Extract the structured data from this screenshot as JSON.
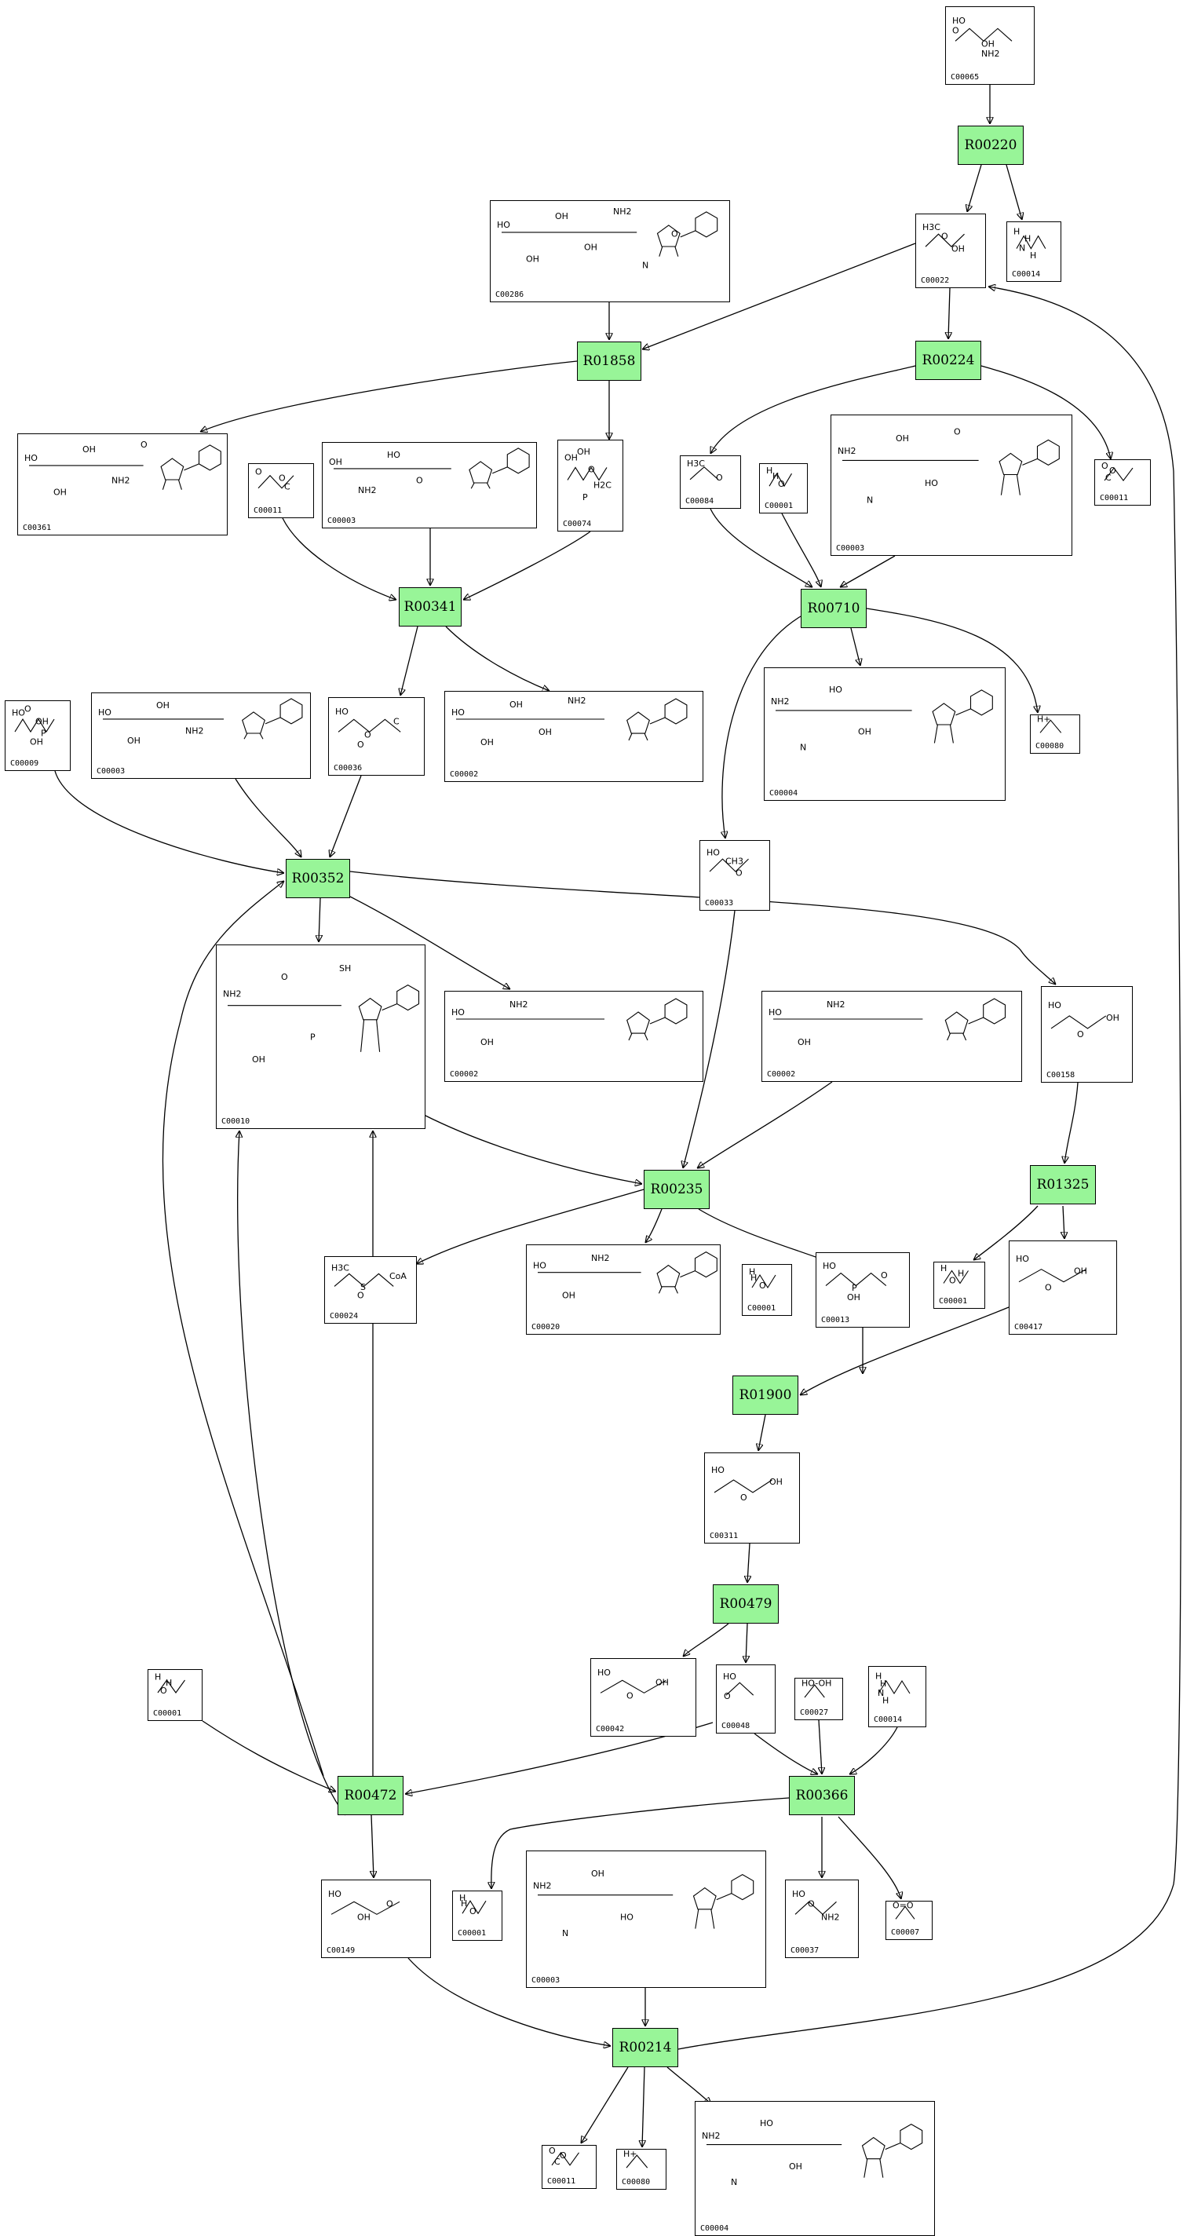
{
  "compounds": [
    {
      "id": "C00065",
      "formula": [
        "HO",
        "OH",
        "O",
        "NH2"
      ]
    },
    {
      "id": "C00022",
      "formula": [
        "H3C",
        "OH",
        "O"
      ]
    },
    {
      "id": "C00014",
      "formula": [
        "H",
        "N",
        "H",
        "H"
      ]
    },
    {
      "id": "C00286",
      "formula": [
        "HO",
        "OH",
        "OH",
        "OH",
        "NH2",
        "N",
        "O"
      ]
    },
    {
      "id": "C00361",
      "formula": [
        "HO",
        "OH",
        "OH",
        "NH2",
        "O"
      ]
    },
    {
      "id": "C00011",
      "formula": [
        "O",
        "C",
        "O"
      ]
    },
    {
      "id": "C00003",
      "formula": [
        "OH",
        "NH2",
        "HO",
        "O"
      ]
    },
    {
      "id": "C00074",
      "formula": [
        "OH",
        "H2C",
        "O",
        "P",
        "OH"
      ]
    },
    {
      "id": "C00084",
      "formula": [
        "H3C",
        "O"
      ]
    },
    {
      "id": "C00001",
      "formula": [
        "H",
        "O",
        "H"
      ]
    },
    {
      "id": "C00003",
      "formula": [
        "NH2",
        "N",
        "OH",
        "HO",
        "O"
      ]
    },
    {
      "id": "C00011",
      "formula": [
        "O",
        "C",
        "O"
      ]
    },
    {
      "id": "C00009",
      "formula": [
        "HO",
        "P",
        "OH",
        "OH",
        "O"
      ]
    },
    {
      "id": "C00003",
      "formula": [
        "HO",
        "OH",
        "OH",
        "NH2"
      ]
    },
    {
      "id": "C00036",
      "formula": [
        "HO",
        "O",
        "C",
        "O"
      ]
    },
    {
      "id": "C00002",
      "formula": [
        "HO",
        "OH",
        "OH",
        "OH",
        "NH2"
      ]
    },
    {
      "id": "C00004",
      "formula": [
        "NH2",
        "N",
        "HO",
        "OH"
      ]
    },
    {
      "id": "C00080",
      "formula": [
        "H+"
      ]
    },
    {
      "id": "C00033",
      "formula": [
        "HO",
        "O",
        "CH3"
      ]
    },
    {
      "id": "C00010",
      "formula": [
        "NH2",
        "OH",
        "O",
        "P",
        "SH"
      ]
    },
    {
      "id": "C00002",
      "formula": [
        "HO",
        "OH",
        "NH2"
      ]
    },
    {
      "id": "C00002",
      "formula": [
        "HO",
        "OH",
        "NH2"
      ]
    },
    {
      "id": "C00158",
      "formula": [
        "HO",
        "O",
        "OH"
      ]
    },
    {
      "id": "C00024",
      "formula": [
        "H3C",
        "S",
        "CoA",
        "O"
      ]
    },
    {
      "id": "C00020",
      "formula": [
        "HO",
        "OH",
        "NH2"
      ]
    },
    {
      "id": "C00001",
      "formula": [
        "H",
        "O",
        "H"
      ]
    },
    {
      "id": "C00013",
      "formula": [
        "HO",
        "P",
        "O",
        "OH"
      ]
    },
    {
      "id": "C00001",
      "formula": [
        "H",
        "O",
        "H"
      ]
    },
    {
      "id": "C00417",
      "formula": [
        "HO",
        "O",
        "OH"
      ]
    },
    {
      "id": "C00311",
      "formula": [
        "HO",
        "O",
        "OH"
      ]
    },
    {
      "id": "C00042",
      "formula": [
        "HO",
        "O",
        "OH"
      ]
    },
    {
      "id": "C00048",
      "formula": [
        "HO",
        "O"
      ]
    },
    {
      "id": "C00027",
      "formula": [
        "HO-OH"
      ]
    },
    {
      "id": "C00014",
      "formula": [
        "H",
        "N",
        "H",
        "H"
      ]
    },
    {
      "id": "C00001",
      "formula": [
        "H",
        "O",
        "H"
      ]
    },
    {
      "id": "C00149",
      "formula": [
        "HO",
        "OH",
        "O"
      ]
    },
    {
      "id": "C00001",
      "formula": [
        "H",
        "O",
        "H"
      ]
    },
    {
      "id": "C00003",
      "formula": [
        "NH2",
        "N",
        "OH",
        "HO"
      ]
    },
    {
      "id": "C00037",
      "formula": [
        "HO",
        "NH2",
        "O"
      ]
    },
    {
      "id": "C00007",
      "formula": [
        "O=O"
      ]
    },
    {
      "id": "C00011",
      "formula": [
        "O",
        "C",
        "O"
      ]
    },
    {
      "id": "C00080",
      "formula": [
        "H+"
      ]
    },
    {
      "id": "C00004",
      "formula": [
        "NH2",
        "N",
        "HO",
        "OH"
      ]
    }
  ],
  "reactions": [
    {
      "id": "R00220"
    },
    {
      "id": "R01858"
    },
    {
      "id": "R00224"
    },
    {
      "id": "R00341"
    },
    {
      "id": "R00710"
    },
    {
      "id": "R00352"
    },
    {
      "id": "R00235"
    },
    {
      "id": "R01325"
    },
    {
      "id": "R01900"
    },
    {
      "id": "R00479"
    },
    {
      "id": "R00472"
    },
    {
      "id": "R00366"
    },
    {
      "id": "R00214"
    }
  ],
  "colors": {
    "reaction_fill": "#98f598",
    "border": "#000000",
    "background": "#ffffff"
  }
}
